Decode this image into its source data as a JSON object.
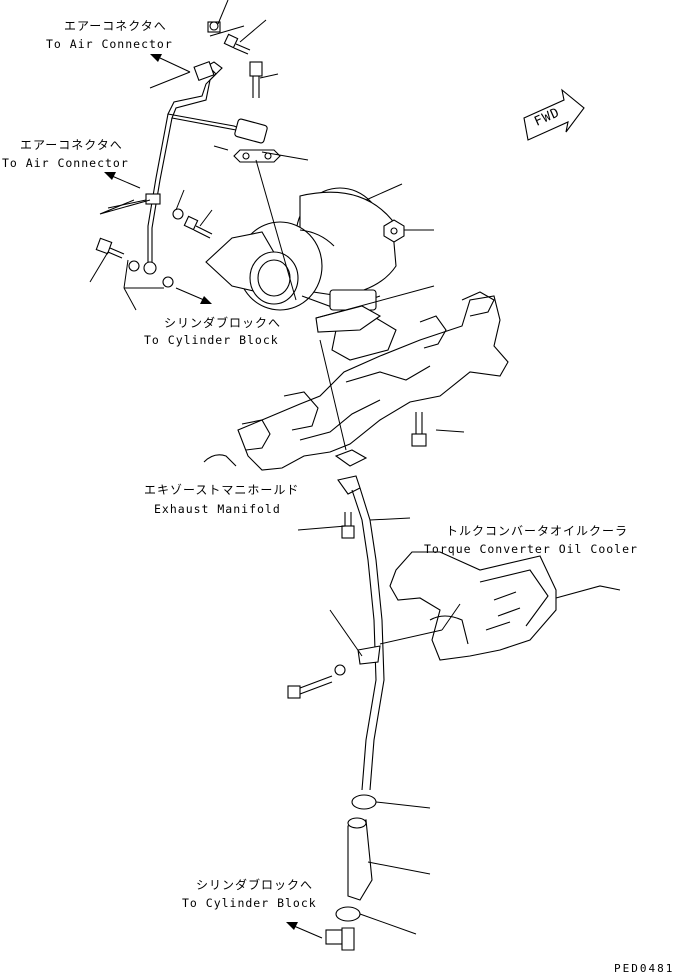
{
  "labels": {
    "air_connector_top_jp": "エアーコネクタへ",
    "air_connector_top_en": "To Air Connector",
    "air_connector_mid_jp": "エアーコネクタへ",
    "air_connector_mid_en": "To Air Connector",
    "cylinder_block_upper_jp": "シリンダブロックへ",
    "cylinder_block_upper_en": "To Cylinder Block",
    "exhaust_manifold_jp": "エキゾーストマニホールド",
    "exhaust_manifold_en": "Exhaust Manifold",
    "torque_converter_jp": "トルクコンバータオイルクーラ",
    "torque_converter_en": "Torque Converter Oil Cooler",
    "cylinder_block_lower_jp": "シリンダブロックへ",
    "cylinder_block_lower_en": "To Cylinder Block",
    "fwd": "FWD",
    "drawing_code": "PED0481"
  }
}
